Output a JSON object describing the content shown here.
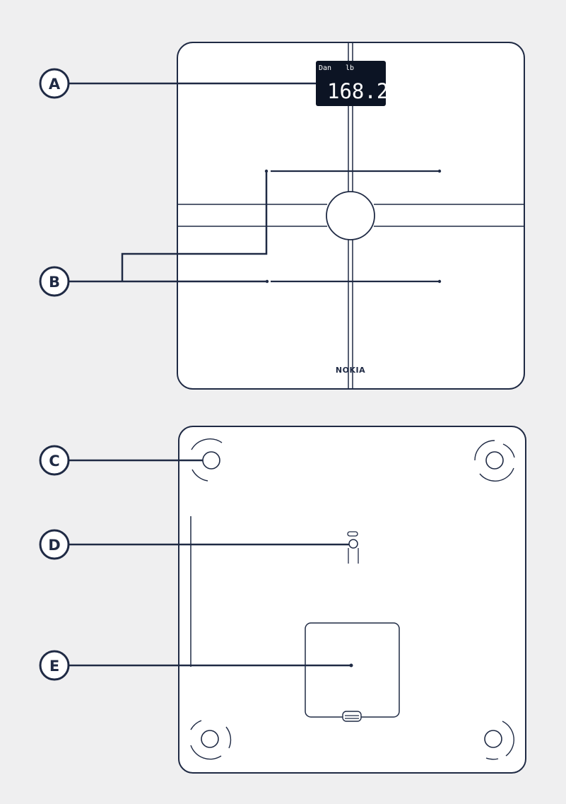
{
  "colors": {
    "background": "#efeff0",
    "device_fill": "#ffffff",
    "line": "#1f2a44",
    "display_bg": "#0c1424",
    "display_text": "#ffffff"
  },
  "display": {
    "user": "Dan",
    "unit": "lb",
    "weight": "168.2"
  },
  "brand": "NOKIA",
  "callouts": [
    {
      "id": "A",
      "label": "A"
    },
    {
      "id": "B",
      "label": "B"
    },
    {
      "id": "C",
      "label": "C"
    },
    {
      "id": "D",
      "label": "D"
    },
    {
      "id": "E",
      "label": "E"
    }
  ]
}
